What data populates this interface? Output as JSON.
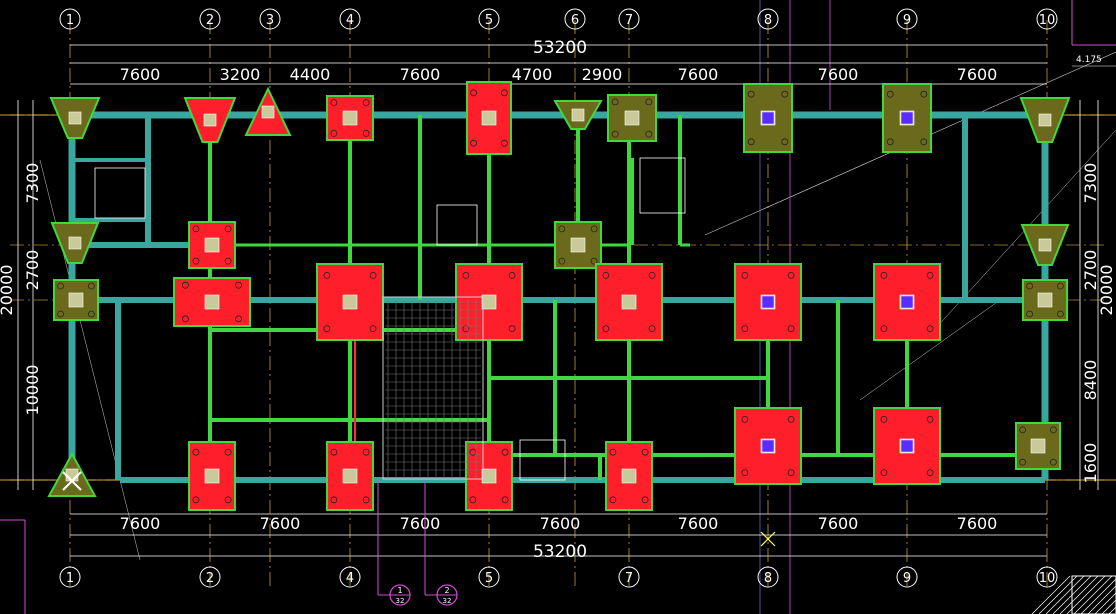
{
  "plan": {
    "axes_top": [
      "1",
      "2",
      "3",
      "4",
      "5",
      "6",
      "7",
      "8",
      "9",
      "10"
    ],
    "axes_bottom": [
      "1",
      "2",
      "4",
      "5",
      "7",
      "8",
      "9",
      "10"
    ],
    "top_total": "53200",
    "top_spans": [
      "7600",
      "3200",
      "4400",
      "7600",
      "4700",
      "2900",
      "7600",
      "7600",
      "7600"
    ],
    "bottom_total": "53200",
    "bottom_spans": [
      "7600",
      "7600",
      "7600",
      "7600",
      "7600",
      "7600",
      "7600"
    ],
    "left_total": "20000",
    "left_spans": [
      "7300",
      "2700",
      "10000"
    ],
    "right_total": "20000",
    "right_spans": [
      "7300",
      "2700",
      "8400",
      "1600"
    ],
    "elevation": "4.175",
    "detail_markers": [
      {
        "top": "1",
        "bottom": "32"
      },
      {
        "top": "2",
        "bottom": "32"
      }
    ]
  },
  "colors": {
    "background": "#000000",
    "pile_cap": "#ff1f2a",
    "pile_cap_olive": "#6b6a1c",
    "foundation_beam": "#3fd83f",
    "tie_beam": "#3aa6a0",
    "dimension": "#ffffff",
    "grid_line": "#ffd24a",
    "accent_magenta": "#d64bd6"
  }
}
